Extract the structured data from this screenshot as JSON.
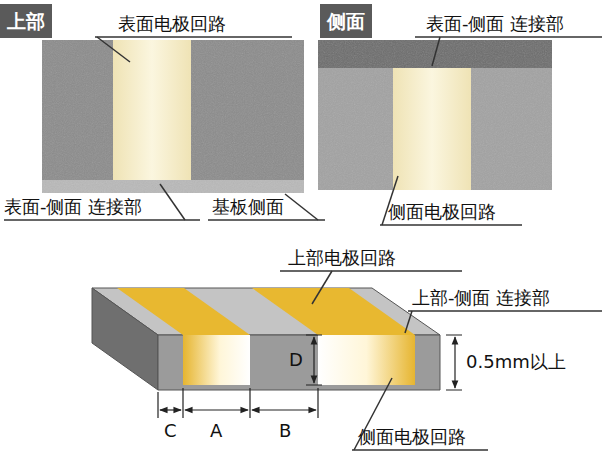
{
  "diagram": {
    "nodes": [
      {
        "text": [
          "上部"
        ]
      },
      {
        "text": [
          "侧面"
        ]
      }
    ],
    "labels": [
      "表面电极回路",
      "表面-侧面 连接部",
      "基板侧面",
      "表面-侧面 连接部",
      "侧面电极回路",
      "上部电极回路",
      "上部-侧面 连接部",
      "D",
      "C",
      "A",
      "B",
      "0.5mm以上",
      "侧面电极回路"
    ]
  }
}
